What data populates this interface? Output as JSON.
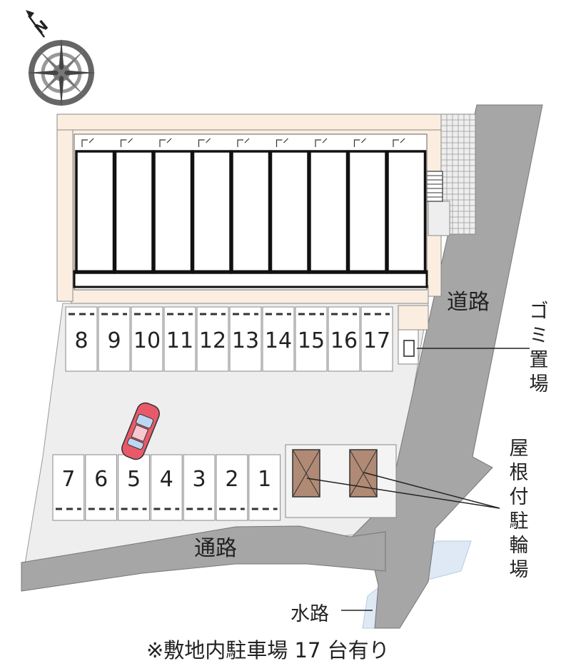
{
  "labels": {
    "road_main": "道路",
    "road_passage": "通路",
    "water_channel": "水路",
    "garbage_area": "ゴミ置場",
    "bicycle_parking": "屋根付駐輪場",
    "note": "※敷地内駐車場 17 台有り"
  },
  "compass": {
    "north_letter": "N"
  },
  "parking_top": [
    "8",
    "9",
    "10",
    "11",
    "12",
    "13",
    "14",
    "15",
    "16",
    "17"
  ],
  "parking_bottom": [
    "7",
    "6",
    "5",
    "4",
    "3",
    "2",
    "1"
  ],
  "building": {
    "unit_count": 9
  },
  "colors": {
    "road": "#a6a6a6",
    "lot": "#eeeeee",
    "sidewalk": "#fbeee0",
    "building_line": "#111111",
    "bike_shelter": "#b08a74",
    "water": "#dfe9f6",
    "car_body": "#e85a6a"
  }
}
